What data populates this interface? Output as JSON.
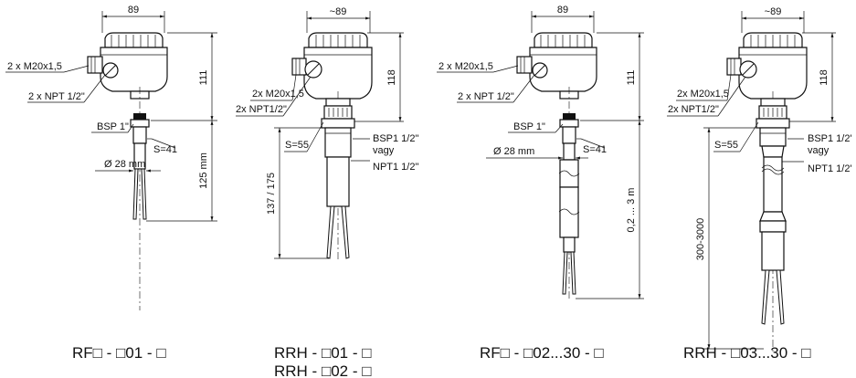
{
  "variants": [
    {
      "code": "RF□ - □01 - □",
      "dims": [
        "89",
        "111",
        "125 mm"
      ],
      "labels": [
        "2 x M20x1,5",
        "2 x NPT 1/2\"",
        "BSP 1\"",
        "S=41",
        "Ø 28 mm"
      ]
    },
    {
      "code": "RRH - □01 - □",
      "code2": "RRH - □02 - □",
      "dims": [
        "~89",
        "118",
        "137 / 175"
      ],
      "labels": [
        "2x M20x1,5",
        "2x NPT1/2\"",
        "S=55",
        "BSP1 1/2\"",
        "vagy",
        "NPT1 1/2\""
      ]
    },
    {
      "code": "RF□ - □02...30 - □",
      "dims": [
        "89",
        "111",
        "0,2 ... 3 m"
      ],
      "labels": [
        "2 x M20x1,5",
        "2 x NPT 1/2\"",
        "BSP 1\"",
        "S=41",
        "Ø 28 mm"
      ]
    },
    {
      "code": "RRH - □03...30 - □",
      "dims": [
        "~89",
        "118",
        "300-3000"
      ],
      "labels": [
        "2x M20x1,5",
        "2x NPT1/2\"",
        "S=55",
        "BSP1 1/2'",
        "vagy",
        "NPT1 1/2'"
      ]
    }
  ]
}
